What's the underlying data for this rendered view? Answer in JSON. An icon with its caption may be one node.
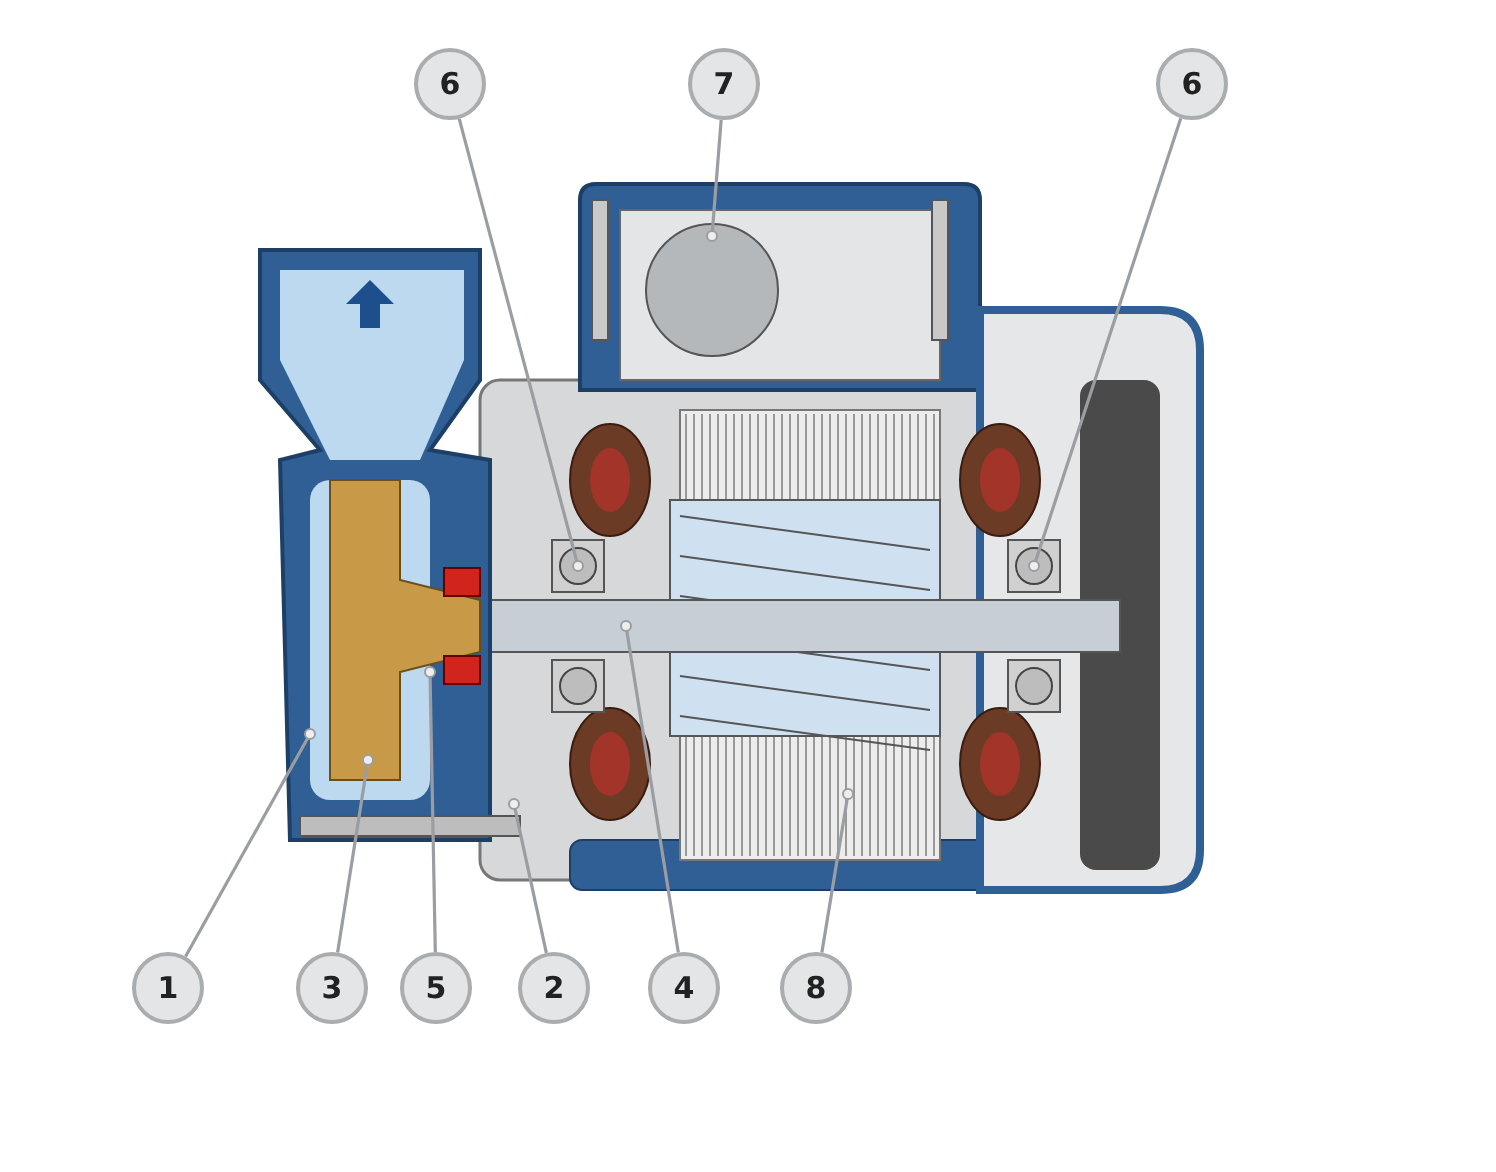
{
  "diagram": {
    "nodes": [
      {
        "text": [
          "6"
        ]
      },
      {
        "text": [
          "7"
        ]
      },
      {
        "text": [
          "6"
        ]
      },
      {
        "text": [
          "1"
        ]
      },
      {
        "text": [
          "3"
        ]
      },
      {
        "text": [
          "5"
        ]
      },
      {
        "text": [
          "2"
        ]
      },
      {
        "text": [
          "4"
        ]
      },
      {
        "text": [
          "8"
        ]
      }
    ],
    "edges": [
      {
        "from": 0,
        "to": null,
        "arrow": "other"
      },
      {
        "from": 1,
        "to": null,
        "arrow": "other"
      },
      {
        "from": 2,
        "to": null,
        "arrow": "other"
      },
      {
        "from": 3,
        "to": null,
        "arrow": "other"
      },
      {
        "from": 4,
        "to": null,
        "arrow": "other"
      },
      {
        "from": 5,
        "to": null,
        "arrow": "other"
      },
      {
        "from": 6,
        "to": null,
        "arrow": "other"
      },
      {
        "from": 7,
        "to": null,
        "arrow": "other"
      },
      {
        "from": 8,
        "to": null,
        "arrow": "other"
      }
    ]
  }
}
